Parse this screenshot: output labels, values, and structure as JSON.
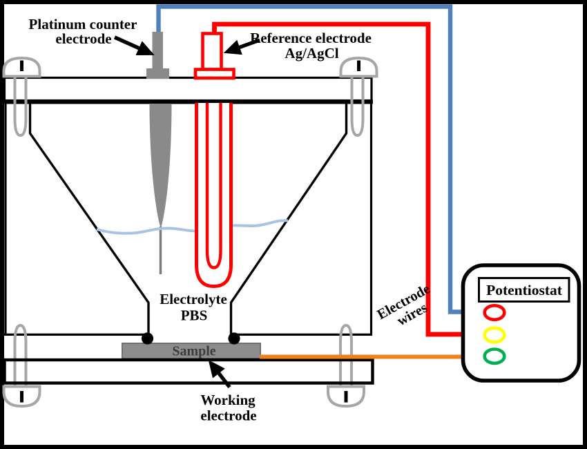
{
  "diagram": {
    "labels": {
      "counter_line1": "Platinum counter",
      "counter_line2": "electrode",
      "reference_line1": "Reference electrode",
      "reference_line2": "Ag/AgCl",
      "electrolyte_line1": "Electrolyte",
      "electrolyte_line2": "PBS",
      "wires_line1": "Electrode",
      "wires_line2": "wires",
      "sample": "Sample",
      "working_line1": "Working",
      "working_line2": "electrode"
    },
    "potentiostat": {
      "label": "Potentiostat",
      "leds": [
        {
          "name": "red-indicator",
          "color": "#fe0000"
        },
        {
          "name": "yellow-indicator",
          "color": "#ffff00"
        },
        {
          "name": "green-indicator",
          "color": "#00b050"
        }
      ]
    },
    "colors": {
      "counter_wire_blue": "#4f81bd",
      "reference_wire_red": "#fe0000",
      "working_wire_orange": "#f0821e",
      "electrolyte_level_blue": "#a7c4e2",
      "electrode_gray": "#8a8a8a",
      "sample_gray": "#8d8d8d",
      "screw_gray": "#a6a6a6"
    }
  }
}
